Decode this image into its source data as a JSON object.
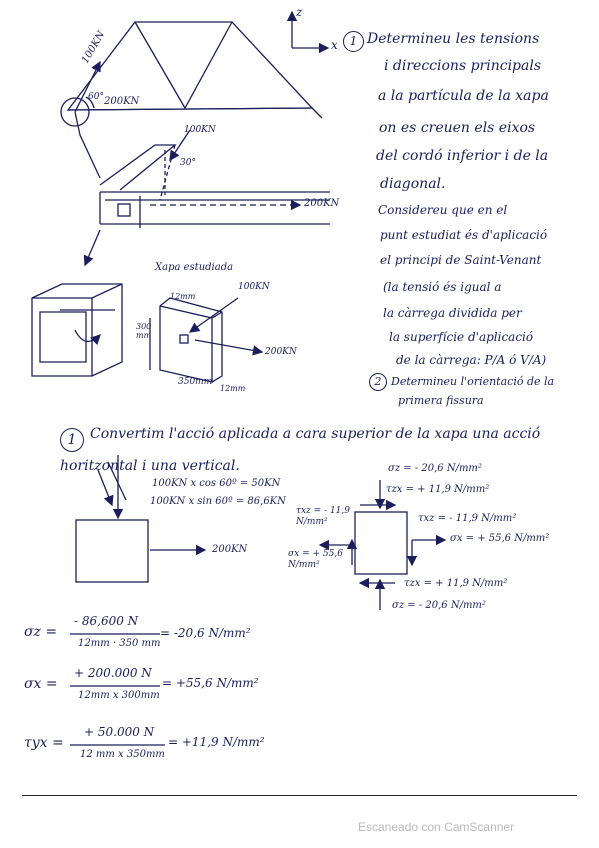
{
  "axes": {
    "z": "z",
    "x": "x"
  },
  "problem": {
    "num1": "1",
    "l1": "Determineu les tensions",
    "l2": "i direccions principals",
    "l3": "a la partícula de la xapa",
    "l4": "on es creuen els eixos",
    "l5": "del cordó inferior i de la",
    "l6": "diagonal.",
    "l7": "Considereu que en el",
    "l8": "punt estudiat és d'aplicació",
    "l9": "el principi de Saint-Venant",
    "l10": "(la tensió és igual a",
    "l11": "la càrrega dividida per",
    "l12": "la superfície d'aplicació",
    "l13": "de la càrrega: P/A ó V/A)",
    "num2": "2",
    "l14": "Determineu l'orientació de la",
    "l15": "primera fissura"
  },
  "truss": {
    "f100": "100KN",
    "angle": "60°",
    "f200": "200KN"
  },
  "detail": {
    "f100": "100KN",
    "angle": "30°",
    "f200": "200KN"
  },
  "plate": {
    "title": "Xapa estudiada",
    "t12": "12mm",
    "f100": "100KN",
    "h300": "300 mm",
    "f200": "200KN",
    "w350": "350mm",
    "t12b": "12mm"
  },
  "solution": {
    "num": "1",
    "line1": "Convertim l'acció aplicada a cara superior de la xapa una acció",
    "line2": "horitzontal i una vertical.",
    "cos": "100KN x cos 60º = 50KN",
    "sin": "100KN x sin 60º = 86,6KN",
    "f200": "200KN"
  },
  "stress": {
    "sz_top": "σz = - 20,6 N/mm²",
    "tzx_top": "τzx = + 11,9 N/mm²",
    "txz_left": "τxz = - 11,9 N/mm²",
    "txz_right": "τxz = - 11,9 N/mm²",
    "sx_right": "σx = + 55,6 N/mm²",
    "sx_left": "σx = + 55,6 N/mm²",
    "tzx_bot": "τzx = + 11,9 N/mm²",
    "sz_bot": "σz = - 20,6 N/mm²"
  },
  "calc": {
    "sz_lhs": "σz =",
    "sz_num": "- 86,600 N",
    "sz_den": "12mm · 350 mm",
    "sz_res": "= -20,6 N/mm²",
    "sx_lhs": "σx =",
    "sx_num": "+ 200.000 N",
    "sx_den": "12mm x 300mm",
    "sx_res": "= +55,6 N/mm²",
    "t_lhs": "τyx =",
    "t_num": "+ 50.000 N",
    "t_den": "12 mm x 350mm",
    "t_res": "= +11,9 N/mm²"
  },
  "watermark": "Escaneado con CamScanner"
}
